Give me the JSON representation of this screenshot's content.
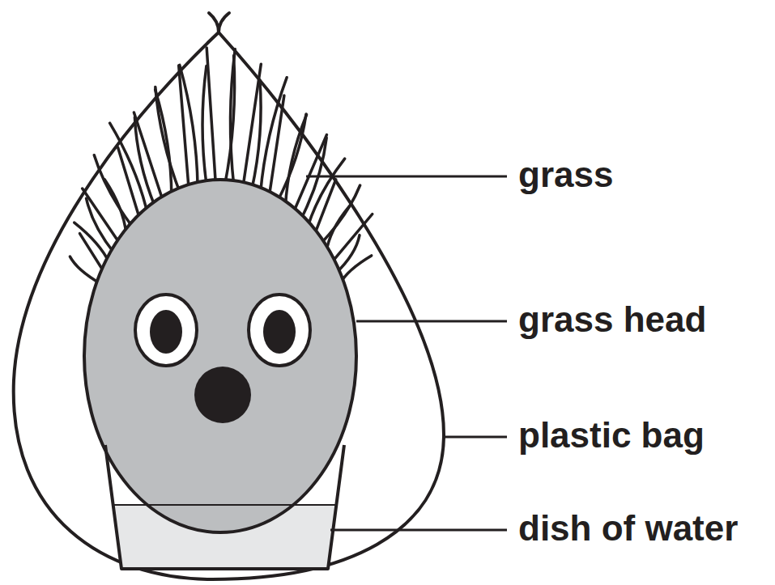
{
  "diagram": {
    "labels": [
      "grass",
      "grass head",
      "plastic bag",
      "dish of water"
    ]
  }
}
